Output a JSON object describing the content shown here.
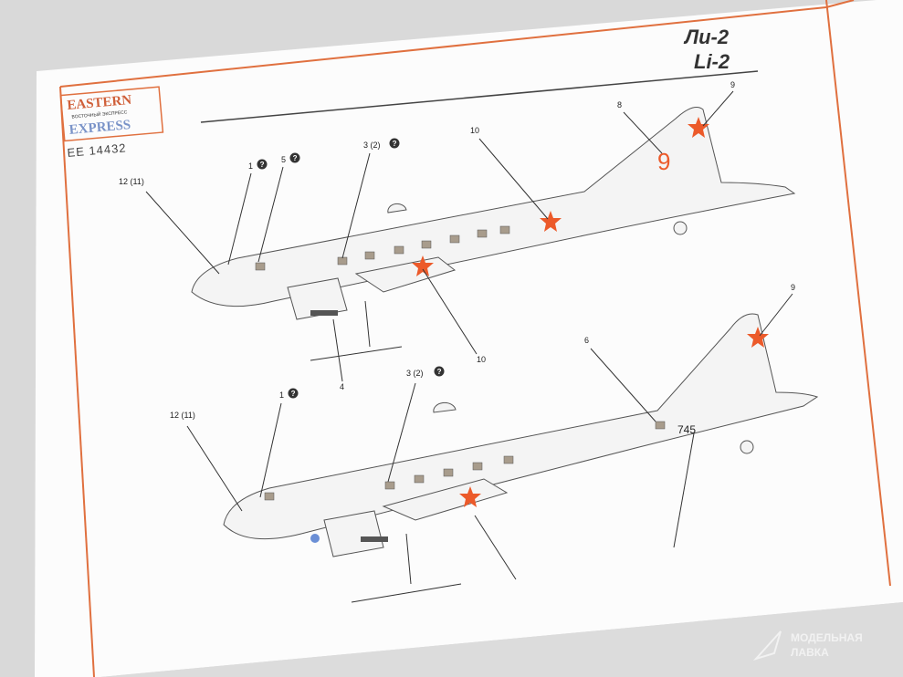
{
  "header": {
    "title_ru": "Ли-2",
    "title_en": "Li-2"
  },
  "logo": {
    "top": "EASTERN",
    "middle": "ВОСТОЧНЫЙ ЭКСПРЕСС",
    "bottom": "EXPRESS"
  },
  "kit_code": "EE 14432",
  "upper_aircraft": {
    "callouts": [
      "12 (11)",
      "1",
      "5",
      "3 (2)",
      "10",
      "8",
      "9",
      "4",
      "10"
    ],
    "tail_number": "9"
  },
  "lower_aircraft": {
    "callouts": [
      "12 (11)",
      "1",
      "3 (2)",
      "6",
      "9"
    ],
    "fuselage_number": "745"
  },
  "watermark": {
    "line1": "МОДЕЛЬНАЯ",
    "line2": "ЛАВКА"
  },
  "colors": {
    "border": "#e0703f",
    "star": "#ec5a2a",
    "paper": "#ffffff"
  }
}
